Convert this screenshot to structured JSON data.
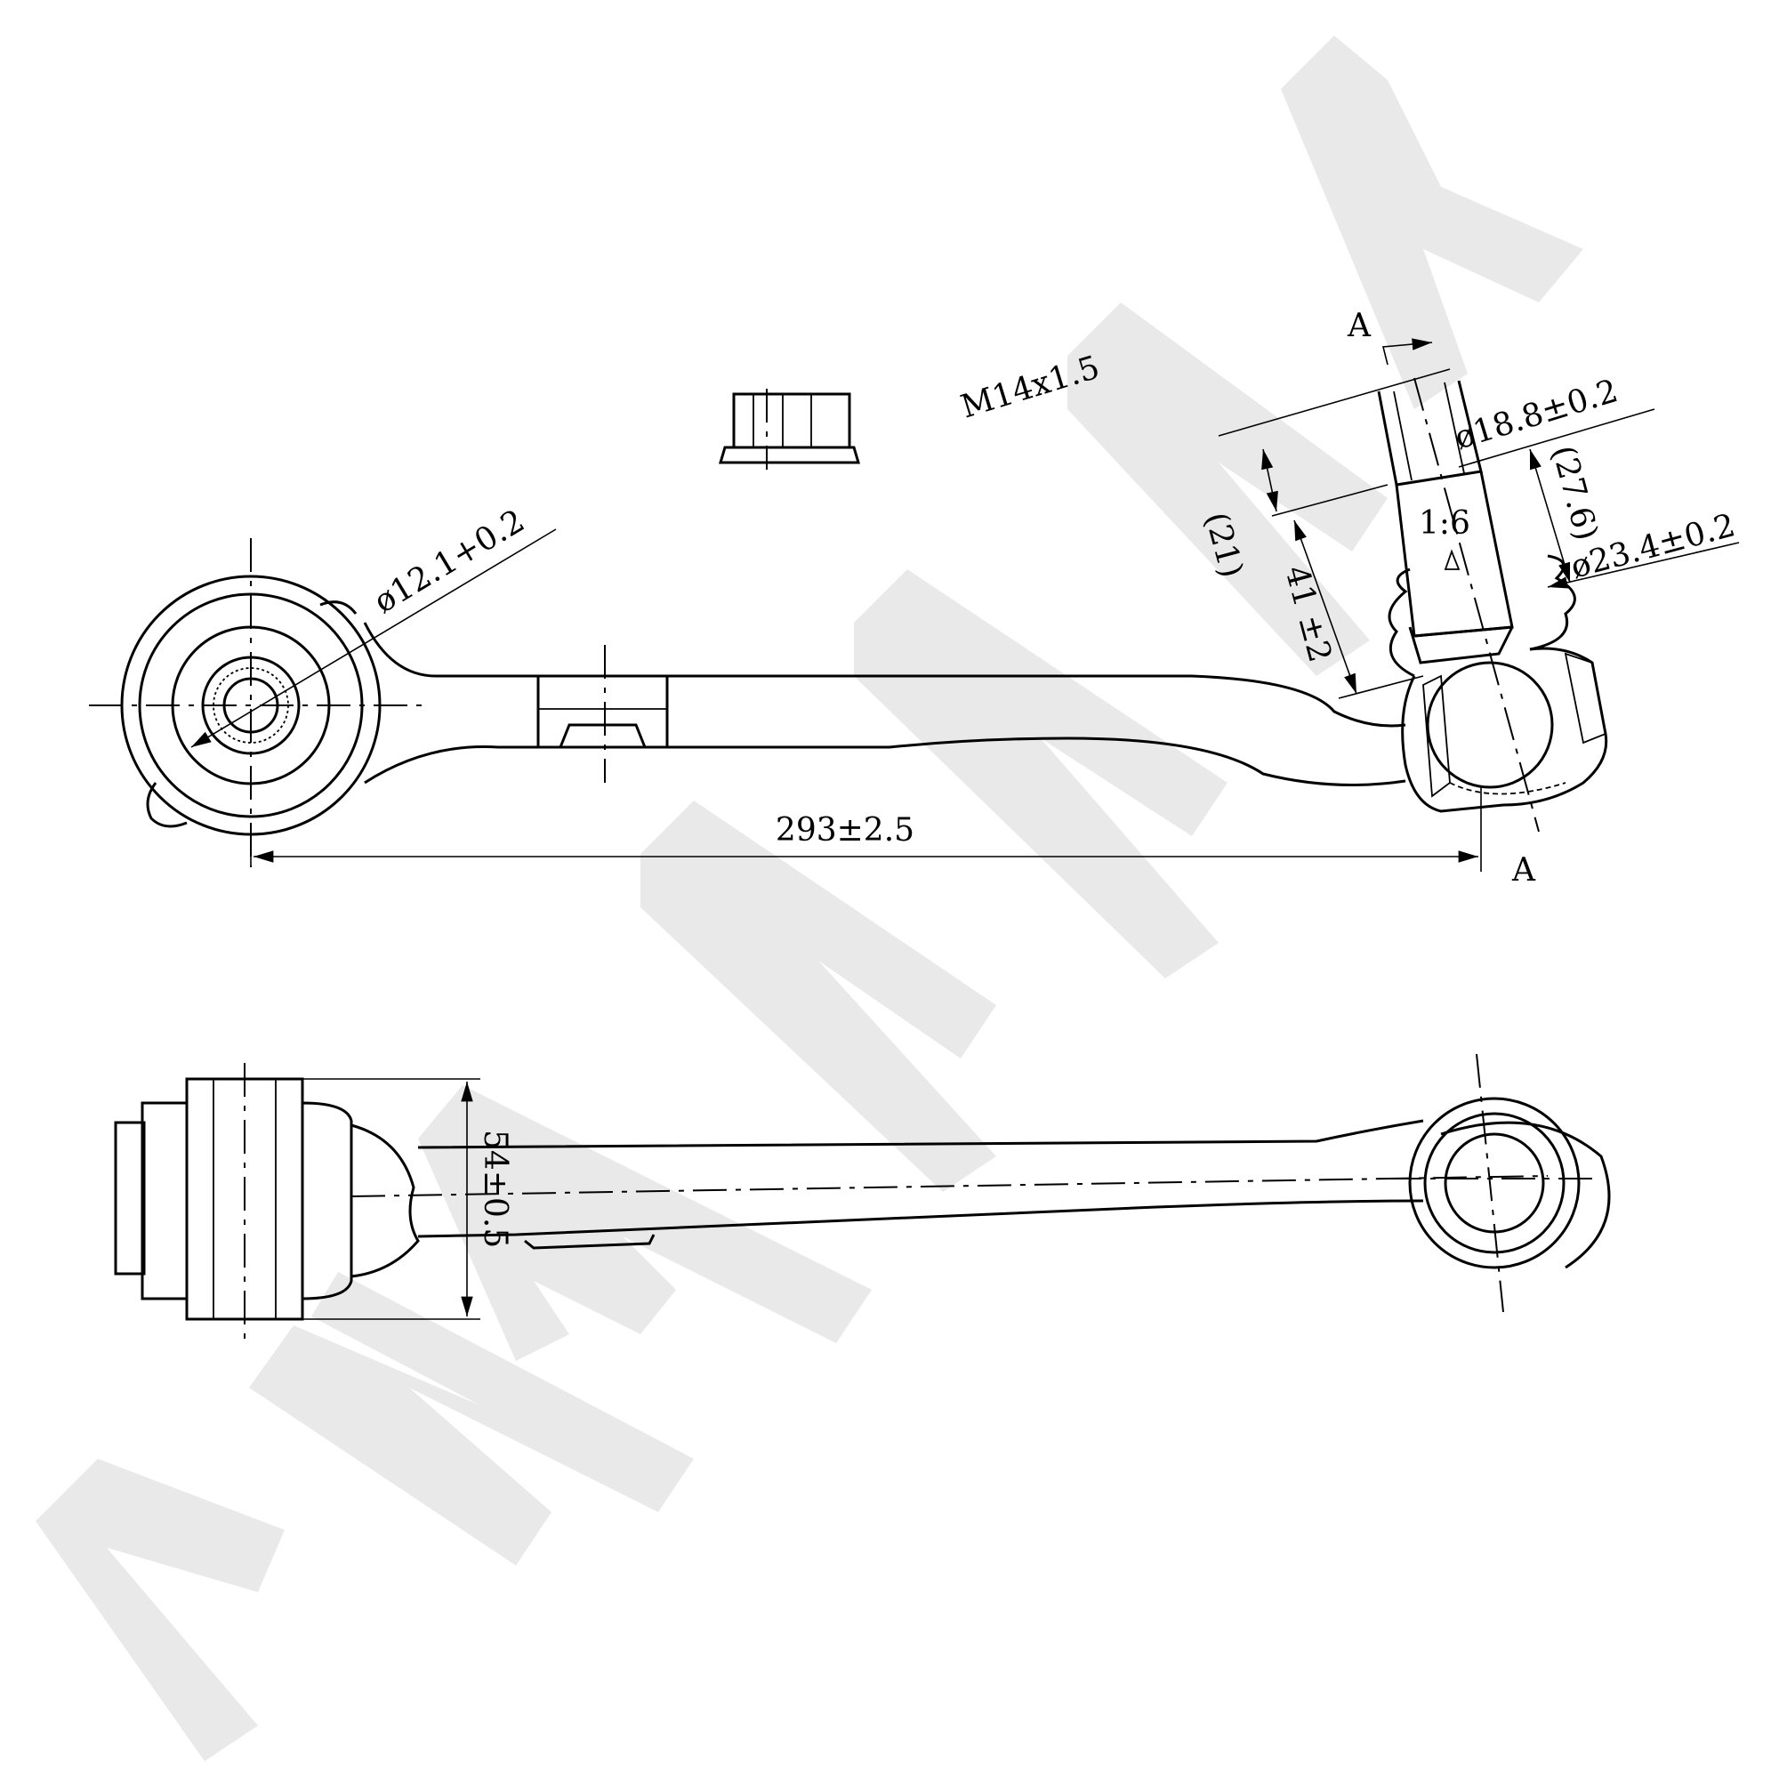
{
  "watermark": {
    "text": "ZENNEK",
    "color": "#e6e6e6"
  },
  "nut_detail": {
    "name": "flange nut"
  },
  "top_view": {
    "dim_overall_length": "293±2.5",
    "dim_bush_bore": "ø12.1+0.2",
    "dim_thread": "M14x1.5",
    "dim_stud_dia": "ø18.8±0.2",
    "dim_21": "(21)",
    "dim_27_6": "(27.6)",
    "dim_41": "41 ±2",
    "dim_ball_dia": "ø23.4±0.2",
    "taper_ratio": "1:6",
    "section_label_top": "A",
    "section_label_bottom": "A"
  },
  "bottom_view": {
    "dim_bush_width": "54±0.5"
  },
  "colors": {
    "line": "#000000",
    "background": "#ffffff"
  }
}
